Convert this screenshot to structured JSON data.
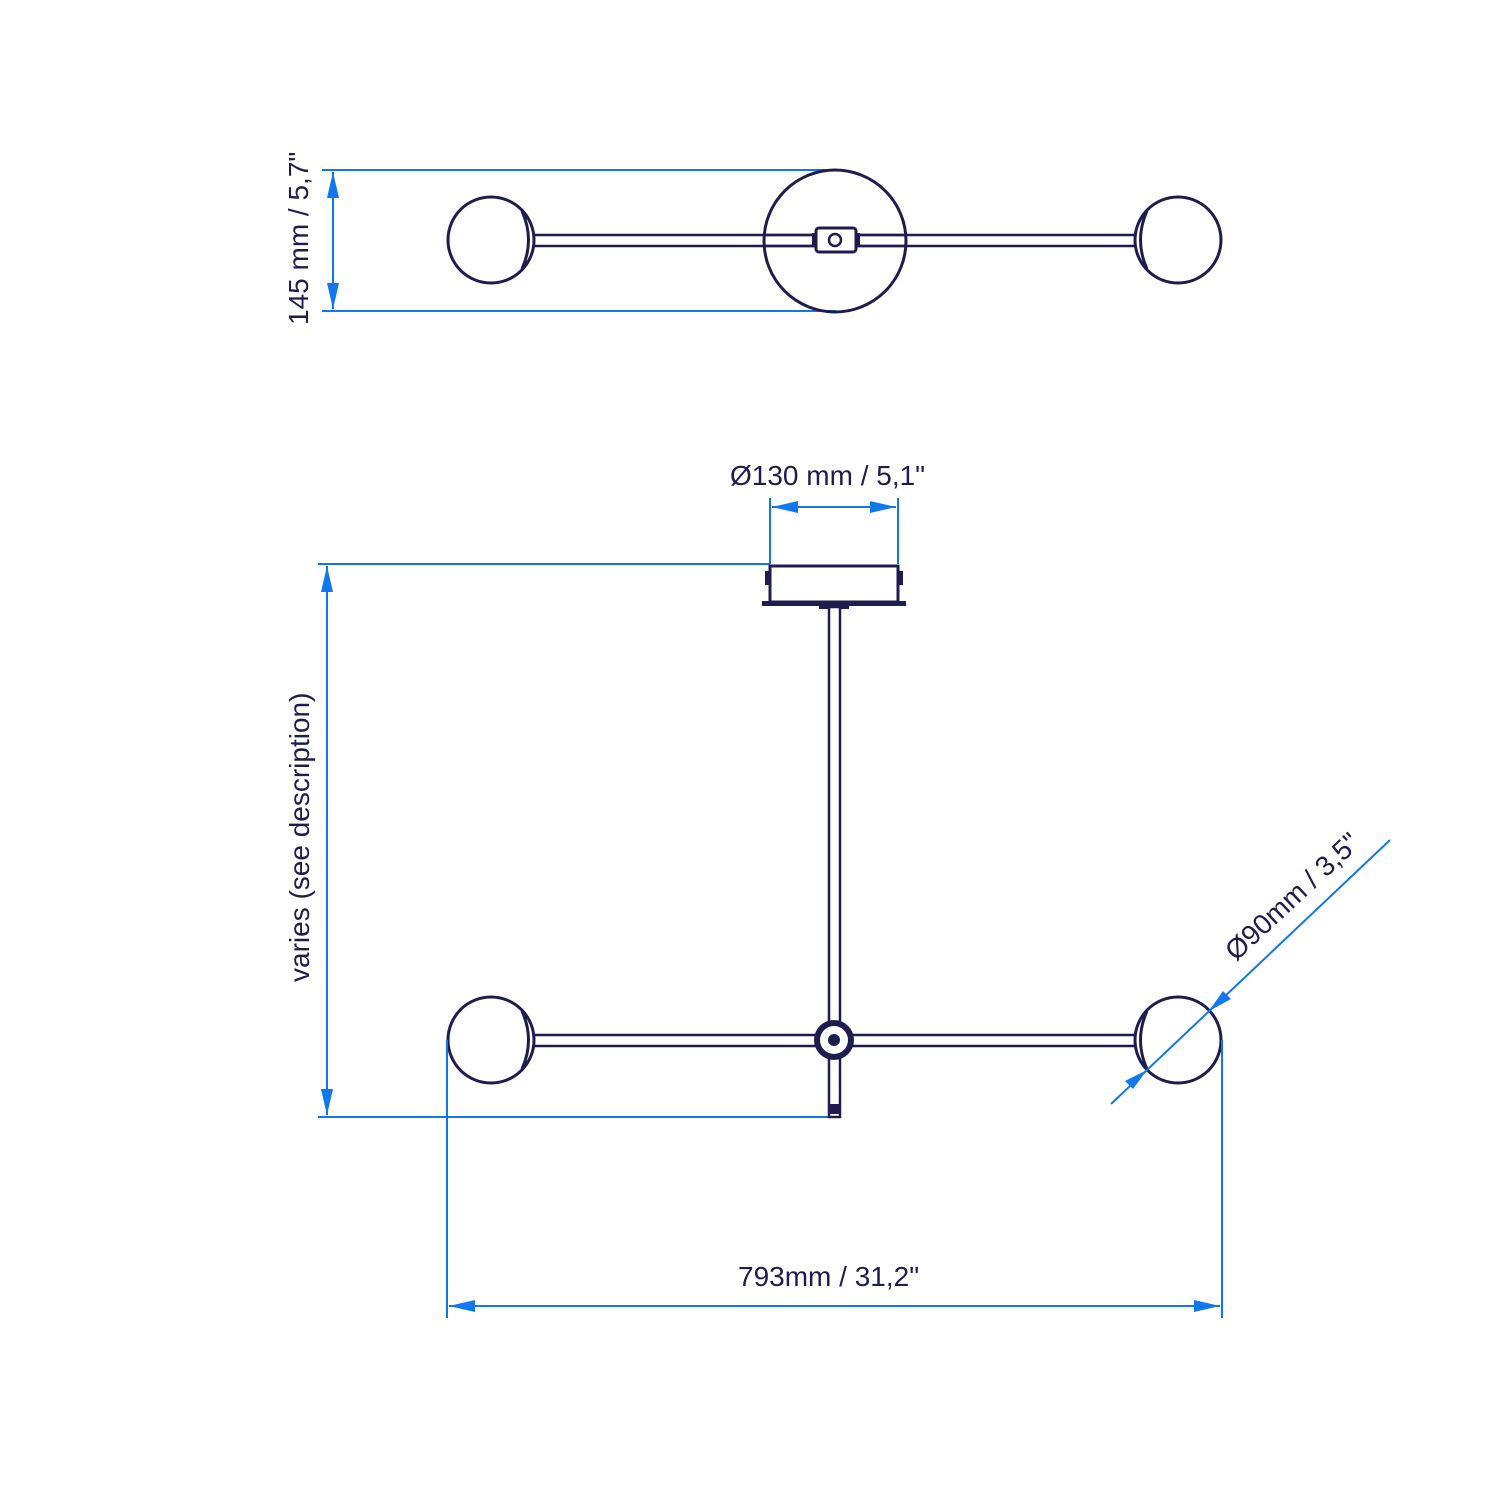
{
  "dimensions": {
    "top_view_height": "145 mm  /  5,7\"",
    "canopy_diameter": "Ø130 mm  /  5,1\"",
    "drop_length": "varies (see description)",
    "globe_diameter": "Ø90mm  /  3,5\"",
    "overall_width": "793mm  /  31,2\""
  },
  "colors": {
    "outline": "#1f1d4e",
    "dimension_line": "#1177ee",
    "background": "#ffffff"
  }
}
